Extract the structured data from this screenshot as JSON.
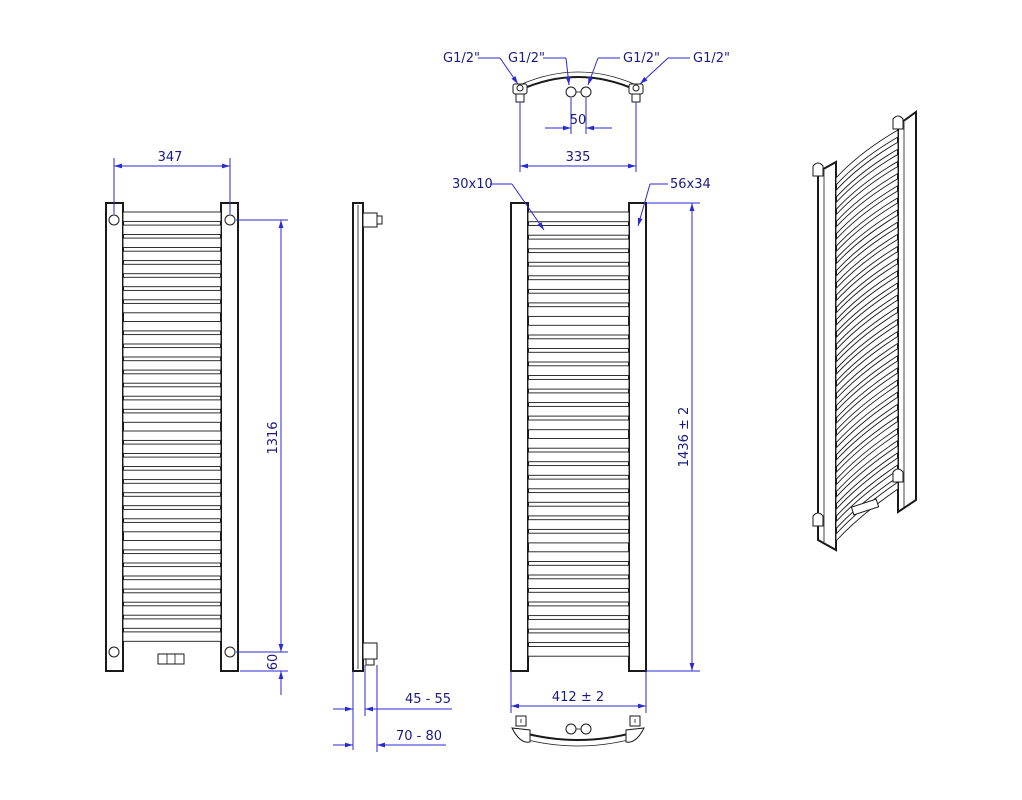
{
  "labels": {
    "top_connections": [
      "G1/2\"",
      "G1/2\"",
      "G1/2\"",
      "G1/2\""
    ],
    "pipe_spacing": "50",
    "top_width": "335",
    "front_width": "347",
    "front_height": "1316",
    "front_bottom": "60",
    "depth_min": "45 - 55",
    "depth_max": "70 - 80",
    "tube_small": "30x10",
    "tube_large": "56x34",
    "total_height": "1436 ± 2",
    "total_width": "412 ± 2"
  },
  "colors": {
    "dimension": "#2a2ad0",
    "outline": "#1a1a1a"
  }
}
